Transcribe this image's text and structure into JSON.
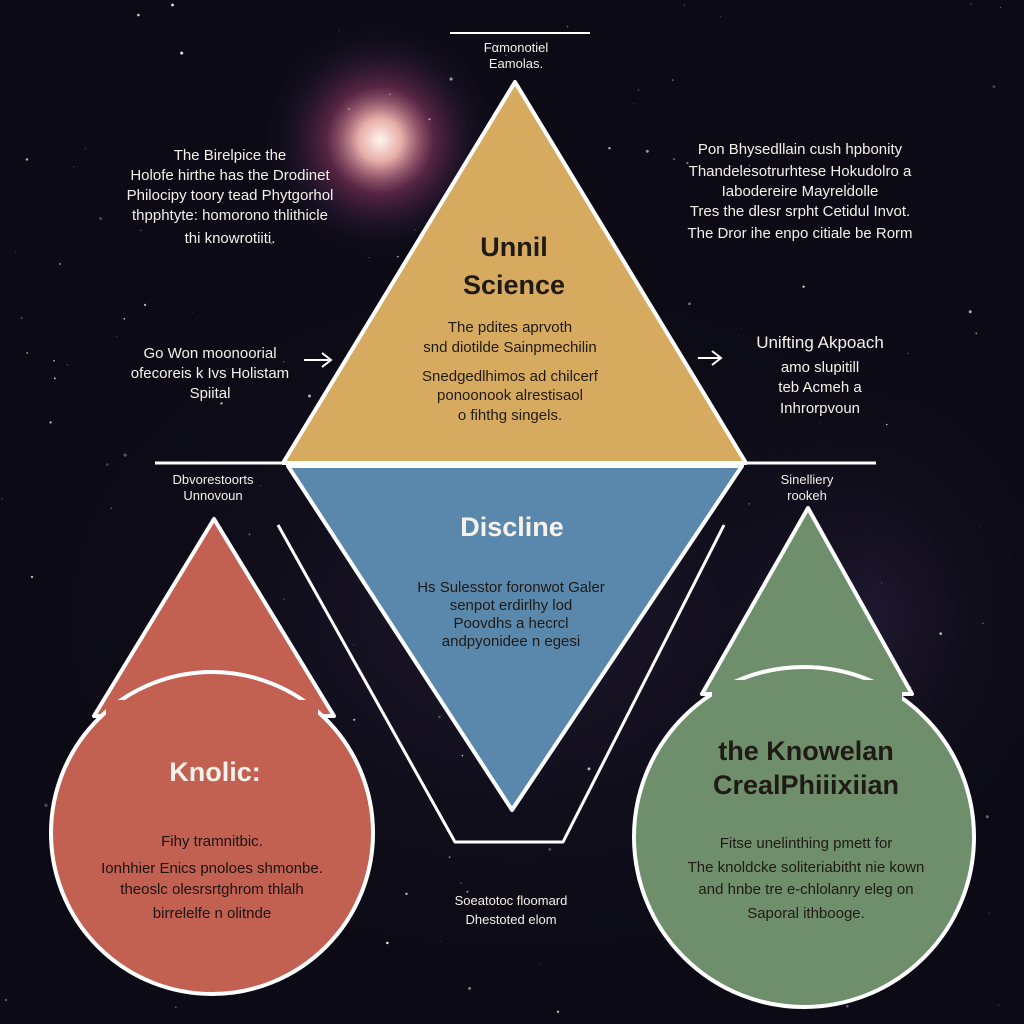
{
  "colors": {
    "background": "#0b0a14",
    "gold": "#d7ab5f",
    "blue": "#5a88ad",
    "red": "#c26152",
    "green": "#6f8f6c",
    "outline": "#ffffff"
  },
  "header": {
    "line1": "Fαmonotiel",
    "line2": "Εamolas."
  },
  "left_note": {
    "lines": [
      "The Birelpice the",
      "Holofe hirthe has the Drodinet",
      "Philocipy toory tead Phytgorhol",
      "thpphtyte: homorono thlithicle",
      "thi knowrotiiti."
    ]
  },
  "right_note": {
    "lines": [
      "Pon Bhysedllain cush hpbonity",
      "Thandelesotrurhtese Hokudolro a",
      "Iabodereire Mayreldolle",
      "Tres the dlesr srpht Cetidul Invot.",
      "The Dror ihe enpo citiale be Rorm"
    ]
  },
  "left_arrow_note": {
    "lines": [
      "Go Won moonoorial",
      "ofecoreis k Ivs Holistam",
      "Spiital"
    ]
  },
  "right_arrow_note": {
    "lines": [
      "Unifting Akpoach",
      "amo slupitill",
      "teb Acmeh a",
      "Inhrorpvoun"
    ]
  },
  "apex": {
    "title_line1": "Unnil",
    "title_line2": "Science",
    "lines": [
      "The pdites aprvoth",
      "snd diotilde Sainpmechilin",
      "Snedgedlhimos ad chilcerf",
      "ponoonook alrestisaol",
      "o fihthg singels."
    ]
  },
  "middle": {
    "title": "Discline",
    "lines": [
      "Hs Sulesstor foronwot Galer",
      "senpot erdirlhy lod",
      "Poovdhs a hecrcl",
      "andpyonidee n egesi"
    ]
  },
  "left_top_caption": {
    "lines": [
      "Dbvorestoorts",
      "Unnovoun"
    ]
  },
  "right_top_caption": {
    "lines": [
      "Sinelliery",
      "rookeh"
    ]
  },
  "bottom_caption": {
    "lines": [
      "Soeatotoc floomard",
      "Dhestoted elom"
    ]
  },
  "left_circle": {
    "title": "Knolic:",
    "lines": [
      "Fihy tramnitbic.",
      "Ionhhier Enics pnoloes shmonbe.",
      "theoslc olesrsrtghrom thlalh",
      "birrelelfe n olitnde"
    ]
  },
  "right_circle": {
    "title_line1": "the Knowelan",
    "title_line2": "CrealPhiiixiian",
    "lines": [
      "Fitse unelinthing pmett for",
      "The knoldcke soliteriabitht nie kown",
      "and hnbe tre e-chlolanry eleg on",
      "Saporal ithbooge."
    ]
  }
}
